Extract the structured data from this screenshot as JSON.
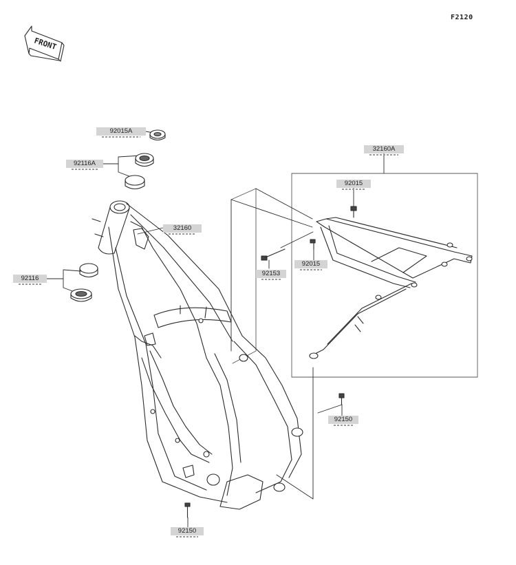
{
  "figure_number": "F2120",
  "front_arrow": {
    "label": "FRONT",
    "icon": "front-direction-arrow-icon"
  },
  "callouts": [
    {
      "id": "c-92015A",
      "code": "92015A"
    },
    {
      "id": "c-92116A",
      "code": "92116A"
    },
    {
      "id": "c-32160",
      "code": "32160"
    },
    {
      "id": "c-92116",
      "code": "92116"
    },
    {
      "id": "c-32160A",
      "code": "32160A"
    },
    {
      "id": "c-92015-top",
      "code": "92015"
    },
    {
      "id": "c-92015-mid",
      "code": "92015"
    },
    {
      "id": "c-92153",
      "code": "92153"
    },
    {
      "id": "c-92150-right",
      "code": "92150"
    },
    {
      "id": "c-92150-bottom",
      "code": "92150"
    }
  ],
  "colors": {
    "line": "#2a2a2a",
    "label_bg": "#d4d4d4",
    "box": "#555555"
  }
}
